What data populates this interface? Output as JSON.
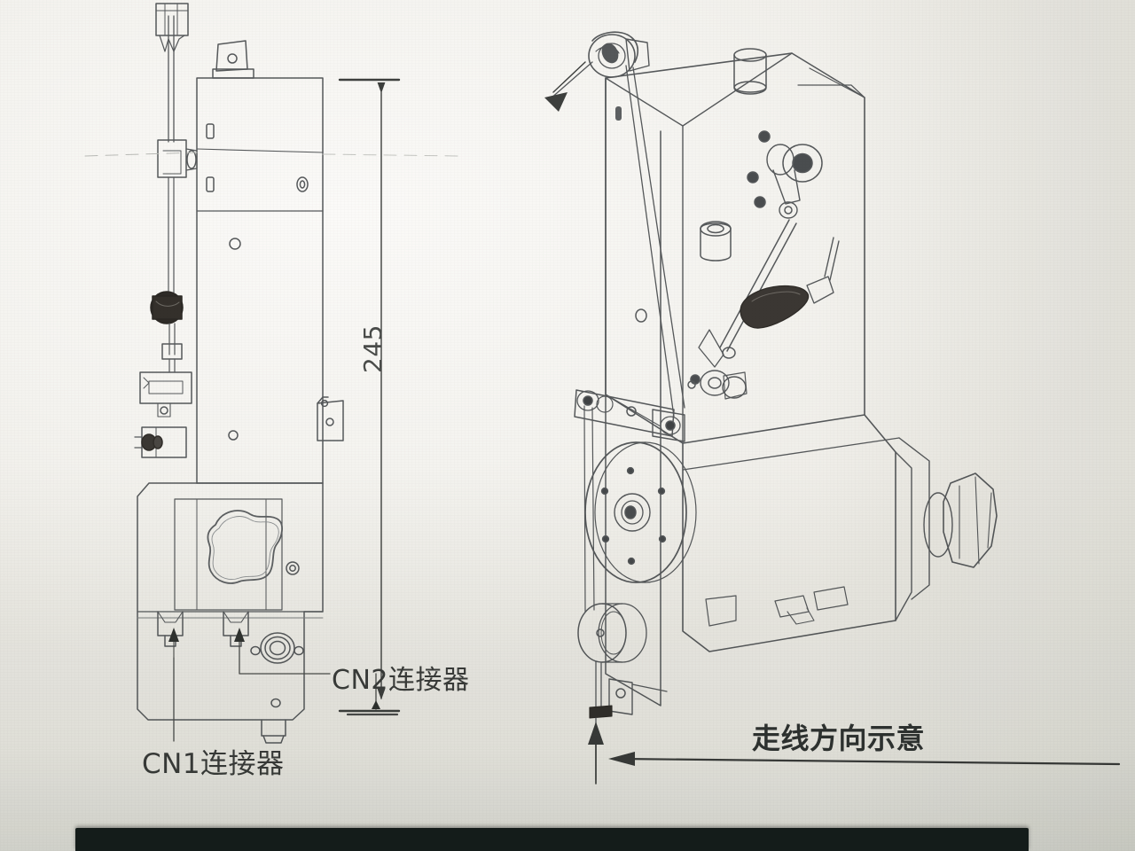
{
  "document": {
    "kind": "scanned-technical-drawing",
    "title": "Sewing machine head assembly drawing",
    "background_color": "#f2f1ec",
    "ink_color": "#3a3c3a",
    "bottom_band_color": "#141c1a"
  },
  "annotations": {
    "cn1_label": "CN1连接器",
    "cn2_label": "CN2连接器",
    "wire_direction_label": "走线方向示意",
    "dimension_245": "245"
  },
  "views": {
    "left": {
      "name": "side-elevation-view",
      "dimension_value": "245",
      "callouts": [
        "CN1连接器",
        "CN2连接器"
      ]
    },
    "right": {
      "name": "isometric-view",
      "callouts": [
        "走线方向示意"
      ]
    }
  }
}
